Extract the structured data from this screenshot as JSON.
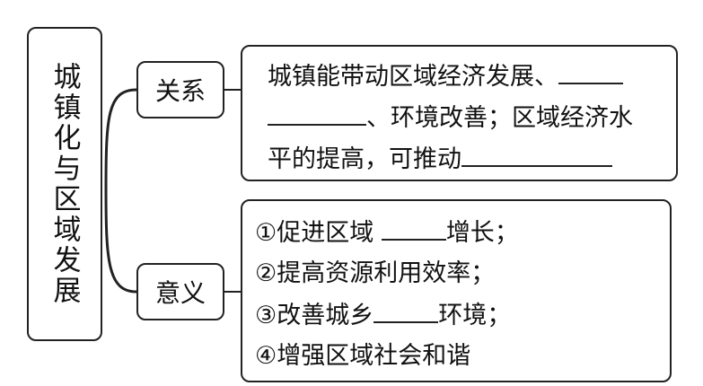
{
  "title": "城镇化与区域发展",
  "relation": {
    "label": "关系",
    "line1": "城镇能带动区域经济发展、",
    "line2": "、环境改善；区域经济水",
    "line3": "平的提高，可推动"
  },
  "significance": {
    "label": "意义",
    "items": [
      {
        "before": "①促进区域",
        "after": "增长；"
      },
      {
        "before": "②提高资源利用效率；",
        "after": ""
      },
      {
        "before": "③改善城乡",
        "after": "环境；"
      },
      {
        "before": "④增强区域社会和谐",
        "after": ""
      }
    ]
  }
}
